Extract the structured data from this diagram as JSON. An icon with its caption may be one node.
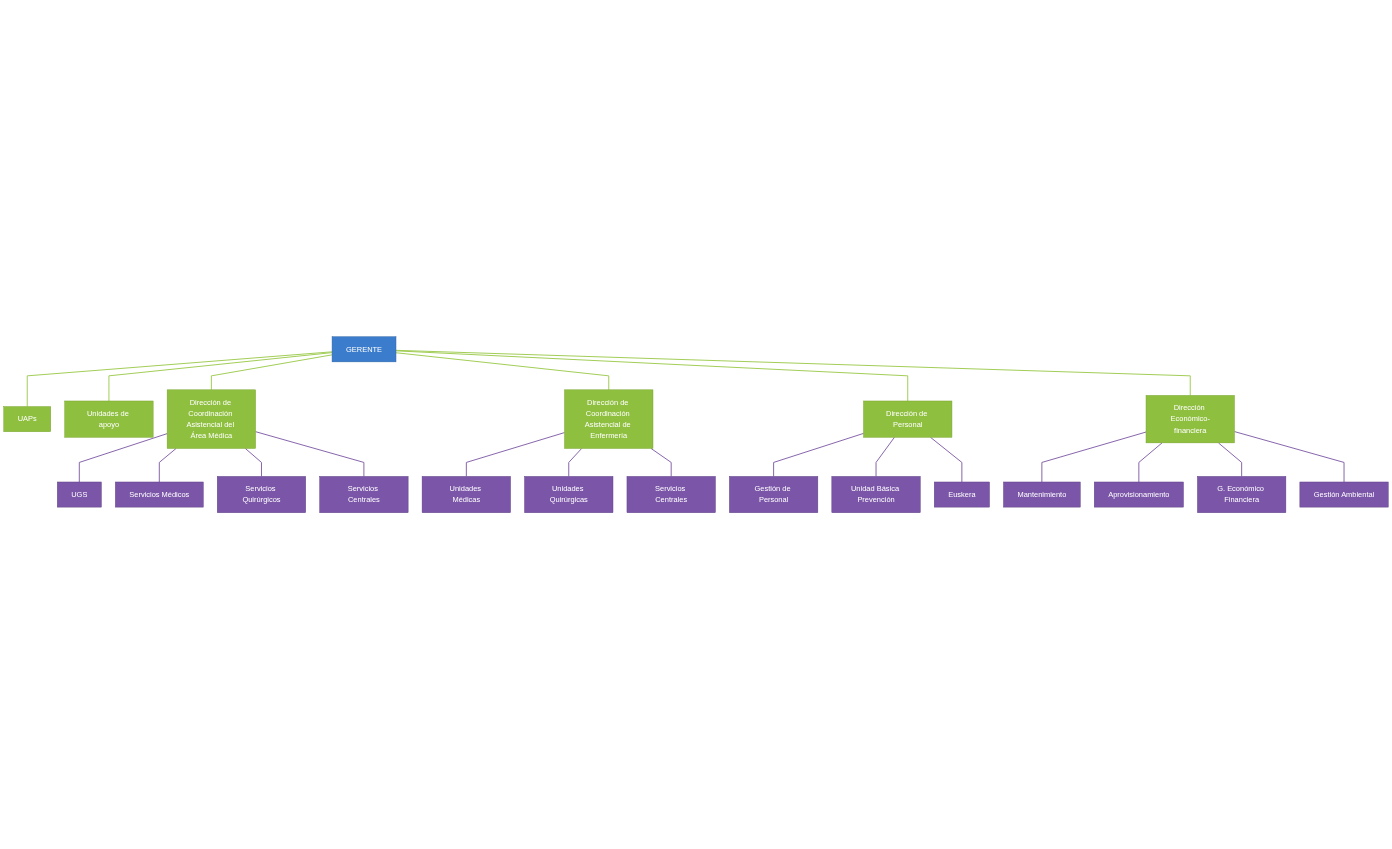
{
  "diagram": {
    "nodes": [
      {
        "text": [
          "GERENTE"
        ]
      },
      {
        "text": [
          "UAPs"
        ]
      },
      {
        "text": [
          "Unidades de apoyo"
        ]
      },
      {
        "text": [
          "Dirección de Coordinación Asistencial del Área Médica"
        ]
      },
      {
        "text": [
          "Dirección de Coordinación Asistencial de Enfermería"
        ]
      },
      {
        "text": [
          "Dirección de Personal"
        ]
      },
      {
        "text": [
          "Dirección Económico-financiera"
        ]
      },
      {
        "text": [
          "UGS"
        ]
      },
      {
        "text": [
          "Servicios Médicos"
        ]
      },
      {
        "text": [
          "Servicios Quirúrgicos"
        ]
      },
      {
        "text": [
          "Servicios Centrales"
        ]
      },
      {
        "text": [
          "Unidades Médicas"
        ]
      },
      {
        "text": [
          "Unidades Quirúrgicas"
        ]
      },
      {
        "text": [
          "Servicios Centrales"
        ]
      },
      {
        "text": [
          "Gestión de Personal"
        ]
      },
      {
        "text": [
          "Unidad Básica Prevención"
        ]
      },
      {
        "text": [
          "Euskera"
        ]
      },
      {
        "text": [
          "Mantenimiento"
        ]
      },
      {
        "text": [
          "Aprovisionamiento"
        ]
      },
      {
        "text": [
          "G. Económico Financiera"
        ]
      },
      {
        "text": [
          "Gestión Ambiental"
        ]
      }
    ],
    "edges": [
      {
        "from": 0,
        "to": 1,
        "arrow": "none",
        "color": "#9bc94a"
      },
      {
        "from": 0,
        "to": 2,
        "arrow": "none",
        "color": "#9bc94a"
      },
      {
        "from": 0,
        "to": 3,
        "arrow": "none",
        "color": "#9bc94a"
      },
      {
        "from": 0,
        "to": 4,
        "arrow": "none",
        "color": "#9bc94a"
      },
      {
        "from": 0,
        "to": 5,
        "arrow": "none",
        "color": "#9bc94a"
      },
      {
        "from": 0,
        "to": 6,
        "arrow": "none",
        "color": "#9bc94a"
      },
      {
        "from": 3,
        "to": 7,
        "arrow": "none"
      },
      {
        "from": 3,
        "to": 8,
        "arrow": "none"
      },
      {
        "from": 3,
        "to": 9,
        "arrow": "none"
      },
      {
        "from": 3,
        "to": 10,
        "arrow": "none"
      },
      {
        "from": 4,
        "to": 11,
        "arrow": "none"
      },
      {
        "from": 4,
        "to": 12,
        "arrow": "none"
      },
      {
        "from": 4,
        "to": 13,
        "arrow": "none"
      },
      {
        "from": 5,
        "to": 14,
        "arrow": "none"
      },
      {
        "from": 5,
        "to": 15,
        "arrow": "none"
      },
      {
        "from": 5,
        "to": 16,
        "arrow": "none"
      },
      {
        "from": 6,
        "to": 17,
        "arrow": "none"
      },
      {
        "from": 6,
        "to": 18,
        "arrow": "none"
      },
      {
        "from": 6,
        "to": 19,
        "arrow": "none"
      },
      {
        "from": 6,
        "to": 20,
        "arrow": "none"
      }
    ]
  }
}
